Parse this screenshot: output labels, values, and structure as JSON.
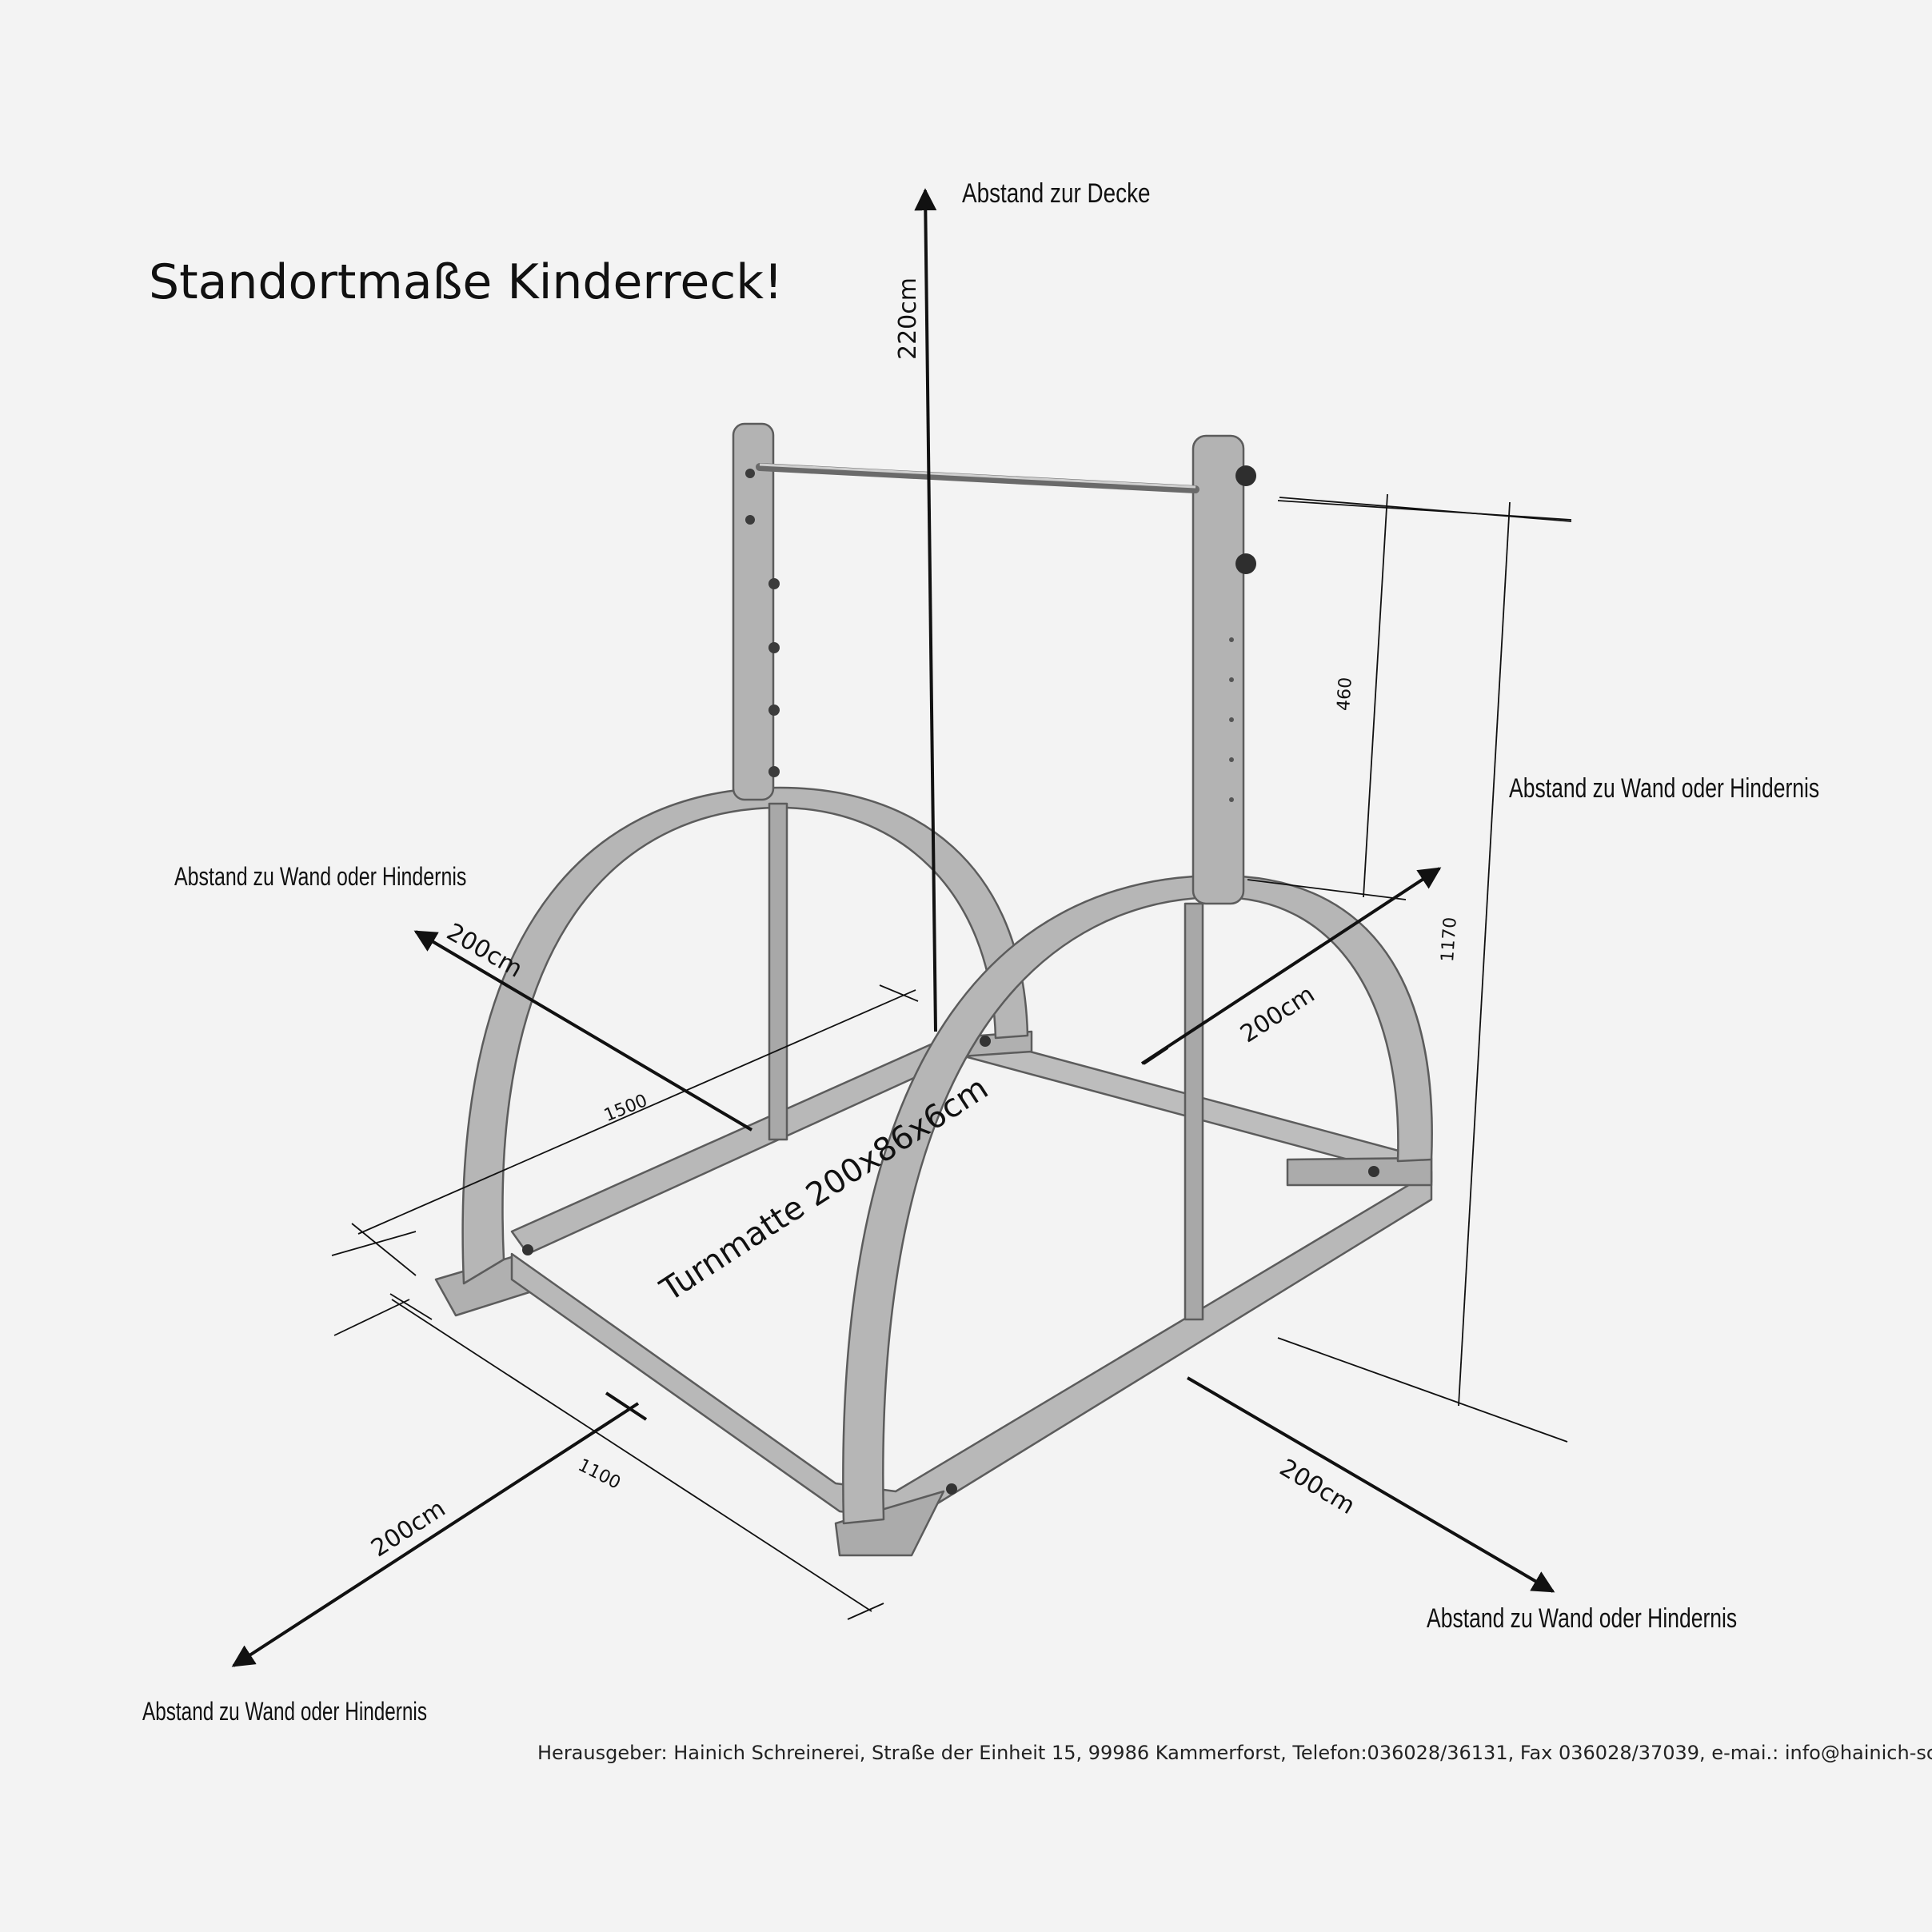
{
  "title": "Standortmaße Kinderreck!",
  "labels": {
    "ceiling": "Abstand zur Decke",
    "wall_left": "Abstand zu Wand oder Hindernis",
    "wall_right": "Abstand zu Wand oder Hindernis",
    "wall_bottom_right": "Abstand zu Wand oder Hindernis",
    "wall_bottom_left": "Abstand zu Wand oder Hindernis"
  },
  "clearances": {
    "ceiling": "220cm",
    "left": "200cm",
    "right": "200cm",
    "bottom_right": "200cm",
    "bottom_left": "200cm"
  },
  "dimensions": {
    "length": "1500",
    "width": "1100",
    "post": "460",
    "height": "1170"
  },
  "mat": "Turnmatte 200x86x6cm",
  "footer": "Herausgeber: Hainich Schreinerei, Straße der Einheit 15, 99986 Kammerforst, Telefon:036028/36131, Fax 036028/37039, e-mai.: info@hainich-schreinerei.de",
  "colors": {
    "background": "#f3f3f3",
    "wood": "#b4b4b4",
    "wood_dark": "#8e8e8e",
    "ink": "#111111"
  }
}
